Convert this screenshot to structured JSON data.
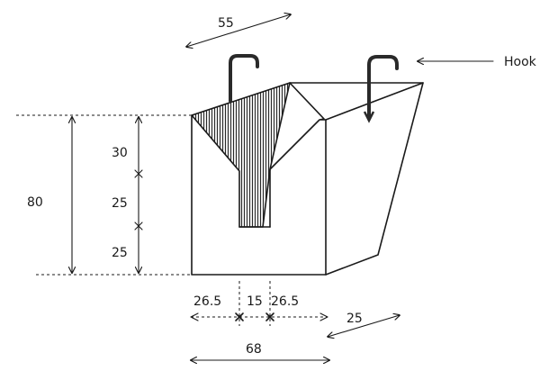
{
  "diagram": {
    "label_hook": "Hook",
    "dim_top_width": "55",
    "dim_total_height": "80",
    "dim_segment_top": "30",
    "dim_segment_middle": "25",
    "dim_segment_bottom": "25",
    "dim_base_left": "26.5",
    "dim_base_center": "15",
    "dim_base_right": "26.5",
    "dim_base_total": "68",
    "dim_depth": "25",
    "colors": {
      "line": "#1a1a1a",
      "hatch": "#2a2a2a",
      "background": "#ffffff"
    }
  }
}
